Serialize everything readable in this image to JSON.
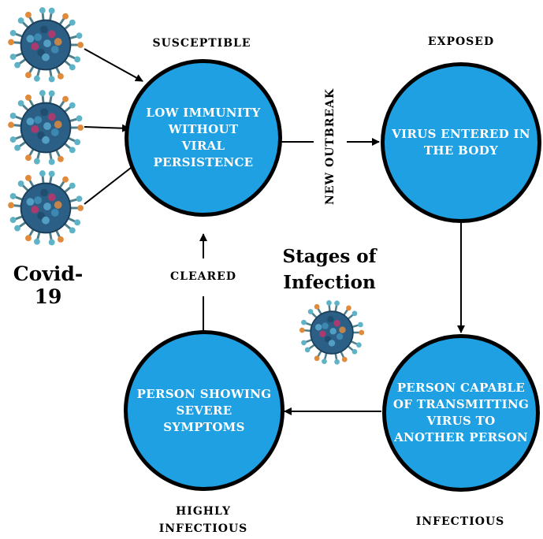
{
  "diagram": {
    "circles": {
      "susceptible": "LOW IMMUNITY\nWITHOUT\nVIRAL\nPERSISTENCE",
      "exposed": "VIRUS ENTERED IN\nTHE BODY",
      "infectious": "PERSON CAPABLE\nOF TRANSMITTING\nVIRUS TO\nANOTHER PERSON",
      "highly_infectious": "PERSON SHOWING\nSEVERE\nSYMPTOMS"
    },
    "stage_labels": {
      "susceptible": "SUSCEPTIBLE",
      "exposed": "EXPOSED",
      "infectious": "INFECTIOUS",
      "highly_infectious": "HIGHLY\nINFECTIOUS"
    },
    "edge_labels": {
      "new_outbreak": "NEW OUTBREAK",
      "cleared": "CLEARED"
    },
    "virus_label": "Covid-19",
    "center_title": "Stages of\nInfection",
    "colors": {
      "circle_fill": "#1ea0e2",
      "circle_border": "#000000",
      "circle_text": "#ffffff",
      "arrow": "#000000"
    },
    "icons": [
      "coronavirus-icon",
      "coronavirus-icon",
      "coronavirus-icon",
      "coronavirus-icon"
    ]
  }
}
